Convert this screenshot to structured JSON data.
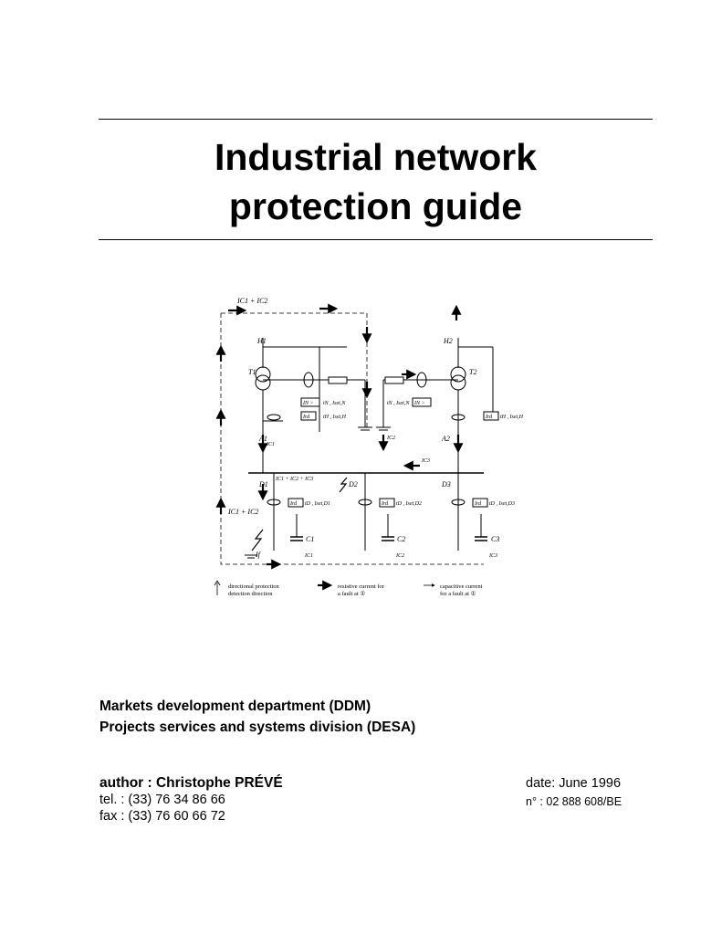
{
  "title": {
    "line1": "Industrial network",
    "line2": "protection guide"
  },
  "diagram": {
    "top_current": "IC1 + IC2",
    "left_current": "IC1 + IC2",
    "fault_current": "If",
    "busbar_sum": "IC1 + IC2 + IC3",
    "breakers": [
      "H1",
      "A1",
      "H2",
      "A2",
      "D1",
      "D2",
      "D3"
    ],
    "transformers": [
      "T1",
      "T2"
    ],
    "capacitors": [
      "C1",
      "C2",
      "C3"
    ],
    "capacitor_currents": [
      "IC1",
      "IC2",
      "IC3"
    ],
    "feeder_currents": [
      "IC1",
      "IC2",
      "IC3"
    ],
    "relay_labels": [
      "IN >",
      "Ird",
      "IN >",
      "Ird",
      "Ird",
      "Ird",
      "Ird"
    ],
    "setting_labels": [
      "tN , Iset,N",
      "tH , Iset,H",
      "tN , Iset,N",
      "tH , Iset,H",
      "tD , Iset,D1",
      "tD , Iset,D2",
      "tD , Iset,D3"
    ],
    "legend": {
      "item1": [
        "directional protection",
        "detection direction"
      ],
      "item2": [
        "resistive current for",
        "a fault at ①"
      ],
      "item3": [
        "capacitive current",
        "for a fault at ①"
      ]
    }
  },
  "department": {
    "line1": "Markets development department (DDM)",
    "line2": "Projects services and systems division (DESA)"
  },
  "author": {
    "name_line": "author : Christophe PRÉVÉ",
    "tel": "tel. : (33) 76 34 86 66",
    "fax": "fax : (33) 76 60 66 72"
  },
  "meta": {
    "date": "date: June 1996",
    "ref": "n° : 02 888 608/BE"
  }
}
